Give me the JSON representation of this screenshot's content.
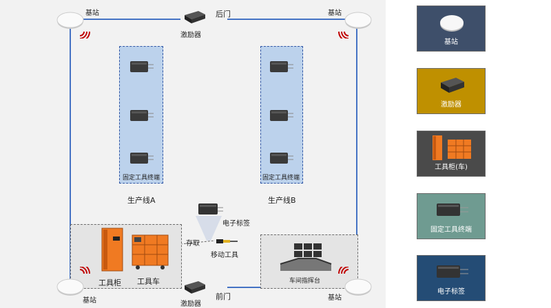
{
  "colors": {
    "boundary": "#4472c4",
    "production_fill": "#bcd2ec",
    "production_border": "#2f55a4",
    "zone_fill": "#e4e4e4",
    "signal": "#c00000",
    "orange": "#f07a22",
    "legend_base_station": "#3e4f6a",
    "legend_exciter": "#bf9000",
    "legend_tool_cabinet": "#4a4a4a",
    "legend_fixed_terminal": "#6f9b91",
    "legend_tag": "#244c75"
  },
  "floor": {
    "base_station_tl": "基站",
    "base_station_tr": "基站",
    "base_station_bl": "基站",
    "base_station_br": "基站",
    "back_door": "后门",
    "front_door": "前门",
    "exciter_top": "激励器",
    "exciter_bottom": "激励器",
    "line_a_terminal": "固定工具终端",
    "line_b_terminal": "固定工具终端",
    "line_a": "生产线A",
    "line_b": "生产线B",
    "tag": "电子标签",
    "store_take": "存取",
    "mobile_tool": "移动工具",
    "tool_cabinet": "工具柜",
    "tool_cart": "工具车",
    "control_desk": "车间指挥台"
  },
  "legend": {
    "base_station": "基站",
    "exciter": "激励器",
    "tool_cabinet_cart": "工具柜(车)",
    "fixed_terminal": "固定工具终端",
    "tag": "电子标签"
  }
}
